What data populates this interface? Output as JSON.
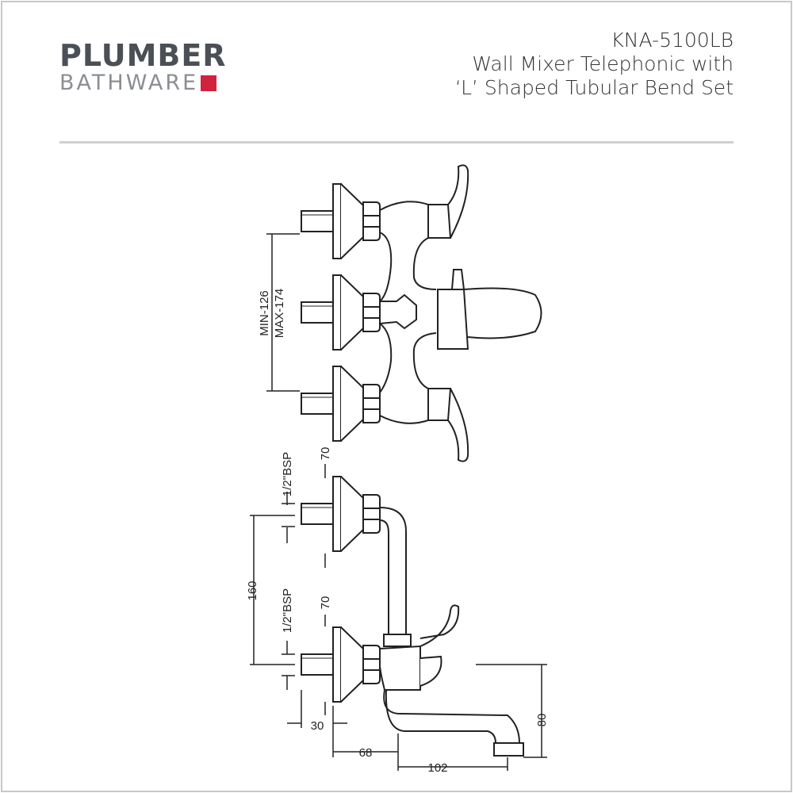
{
  "brand": {
    "name": "PLUMBER",
    "sub": "BATHWARE",
    "accent": "#d0233c"
  },
  "product": {
    "code": "KNA-5100LB",
    "title_line1": "Wall Mixer Telephonic with",
    "title_line2": "‘L’ Shaped Tubular Bend Set"
  },
  "dimensions": {
    "min": "MIN-126",
    "max": "MAX-174",
    "bsp_top": "1/2\"BSP",
    "bsp_bottom": "1/2\"BSP",
    "flange_top": "70",
    "flange_bottom": "70",
    "inlet_spacing": "160",
    "stub_length": "30",
    "body_offset": "68",
    "spout_reach": "102",
    "spout_height": "80"
  }
}
